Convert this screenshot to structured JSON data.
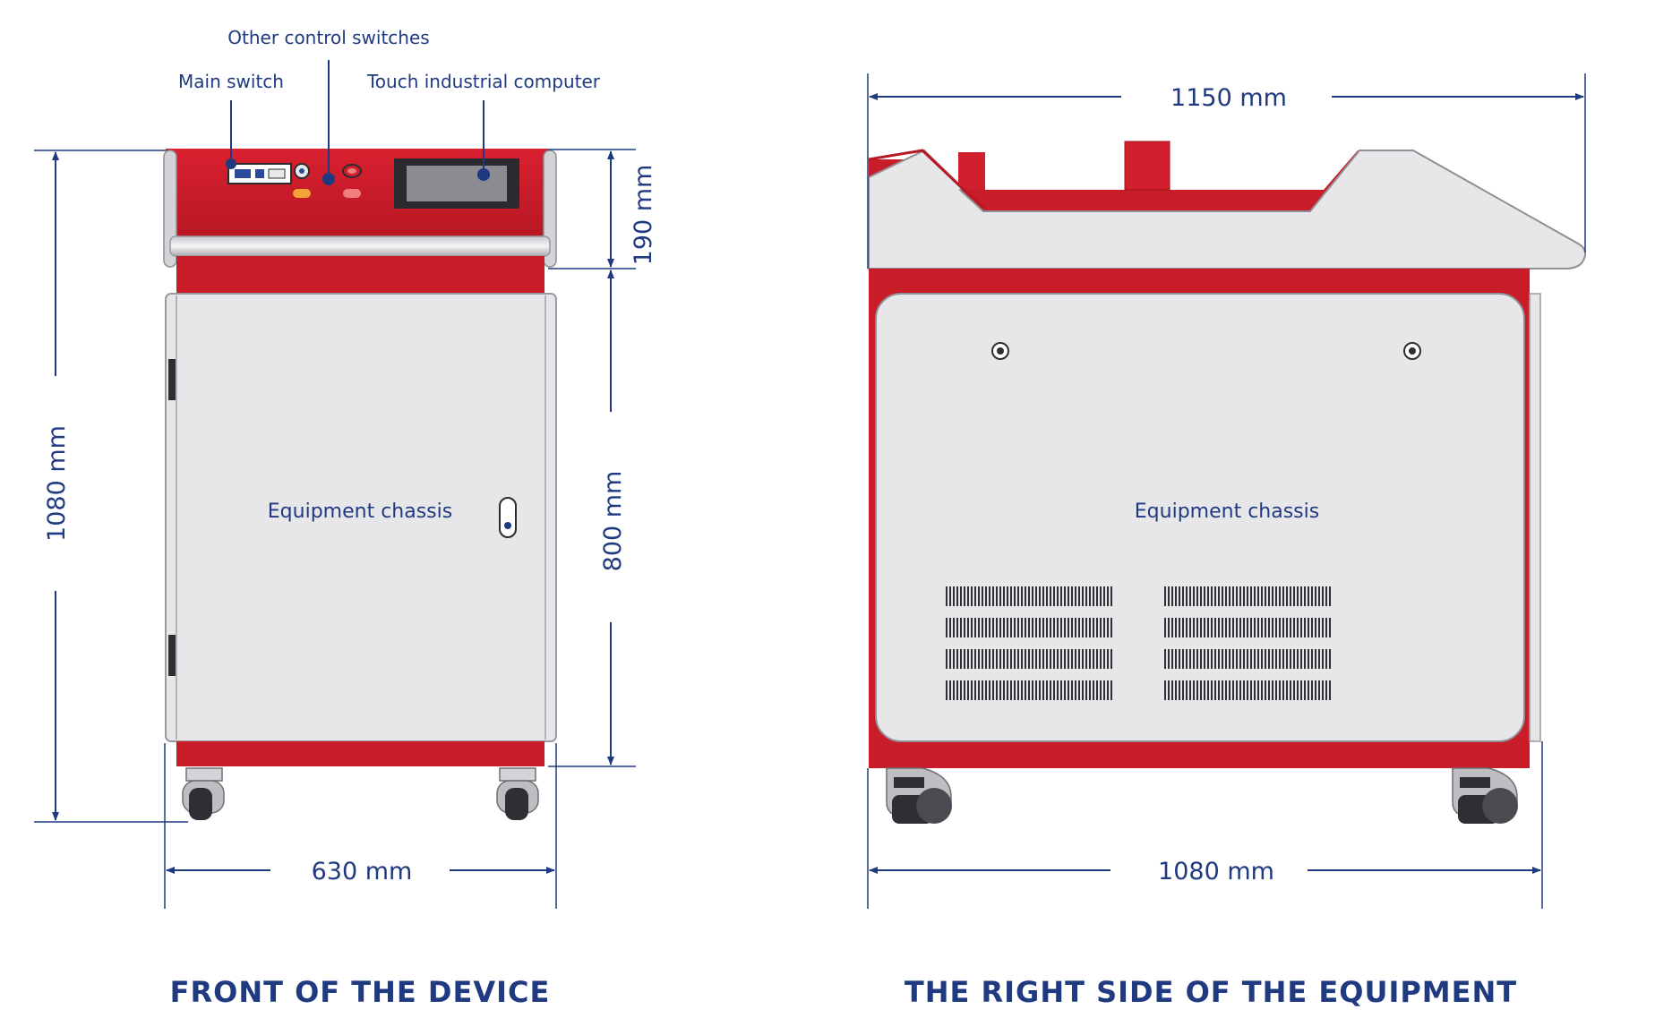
{
  "front_view": {
    "title": "FRONT OF THE DEVICE",
    "callouts": {
      "other_control_switches": "Other control switches",
      "main_switch": "Main switch",
      "touch_industrial_computer": "Touch industrial computer"
    },
    "chassis_label": "Equipment chassis",
    "dimensions": {
      "height": "1080 mm",
      "top_panel_height": "190 mm",
      "chassis_height": "800 mm",
      "width": "630 mm"
    }
  },
  "side_view": {
    "title": "THE RIGHT SIDE OF THE EQUIPMENT",
    "chassis_label": "Equipment chassis",
    "dimensions": {
      "top_length": "1150 mm",
      "base_length": "1080 mm"
    }
  },
  "colors": {
    "accent_red": "#d11f2d",
    "panel_gray": "#e7e7e9",
    "dimension_blue": "#1f3a80"
  }
}
